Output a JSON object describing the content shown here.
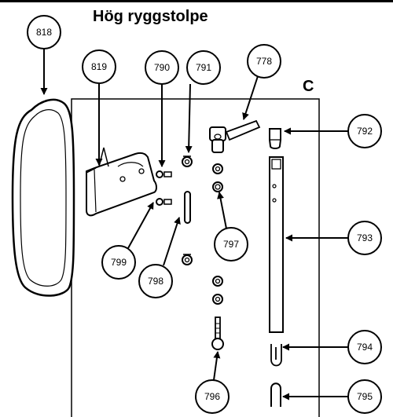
{
  "title": "Hög ryggstolpe",
  "panel_label": "C",
  "callouts": {
    "c818": "818",
    "c819": "819",
    "c790": "790",
    "c791": "791",
    "c778": "778",
    "c792": "792",
    "c793": "793",
    "c797": "797",
    "c799": "799",
    "c798": "798",
    "c794": "794",
    "c795": "795",
    "c796": "796"
  }
}
